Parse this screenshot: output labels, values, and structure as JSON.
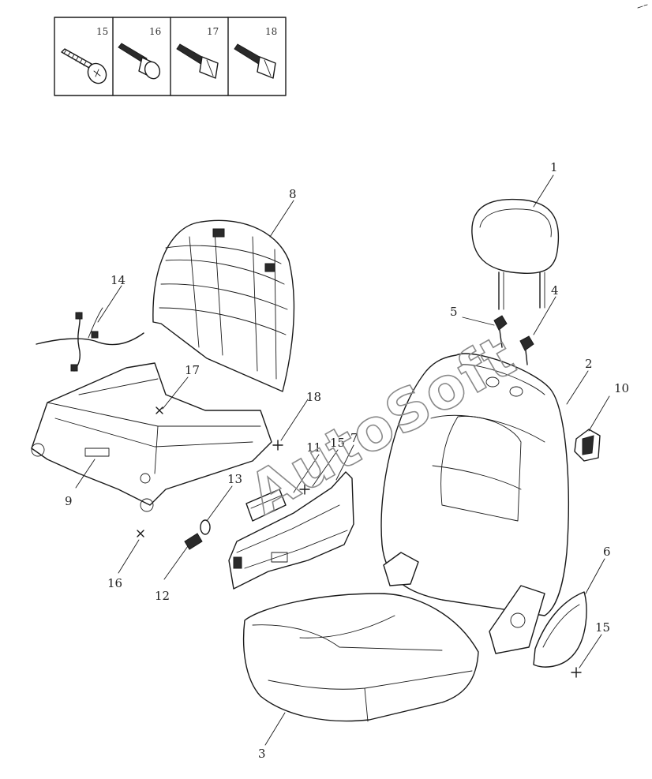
{
  "fastener_panel": [
    {
      "number": "15",
      "icon": "tapping-screw-icon"
    },
    {
      "number": "16",
      "icon": "flange-bolt-icon"
    },
    {
      "number": "17",
      "icon": "hex-bolt-icon"
    },
    {
      "number": "18",
      "icon": "hex-bolt-icon"
    }
  ],
  "callouts": {
    "c1": "1",
    "c2": "2",
    "c3": "3",
    "c4": "4",
    "c5": "5",
    "c6": "6",
    "c7": "7",
    "c8": "8",
    "c9": "9",
    "c10": "10",
    "c11": "11",
    "c12": "12",
    "c13": "13",
    "c14": "14",
    "c15a": "15",
    "c15b": "15",
    "c16": "16",
    "c17": "17",
    "c18": "18"
  },
  "watermark": "AutoSoft"
}
